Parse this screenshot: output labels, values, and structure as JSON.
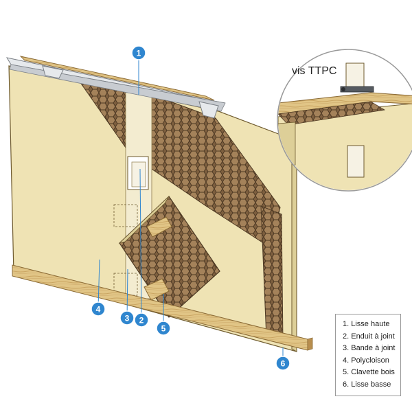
{
  "diagram": {
    "callouts": [
      {
        "number": "1"
      },
      {
        "number": "2"
      },
      {
        "number": "3"
      },
      {
        "number": "4"
      },
      {
        "number": "5"
      },
      {
        "number": "6"
      }
    ],
    "inset": {
      "title": "vis TTPC"
    },
    "legend": {
      "items": [
        "1. Lisse haute",
        "2. Enduit à joint",
        "3. Bande à joint",
        "4. Polycloison",
        "5. Clavette bois",
        "6. Lisse basse"
      ]
    }
  },
  "colors": {
    "panel": "#efe3b4",
    "panel_side": "#ddcf98",
    "honeycomb": "#7d5f3f",
    "honeycomb_dark": "#4d3923",
    "wood": "#e1c586",
    "wood_dark": "#b88e4e",
    "metal": "#e6e9ec",
    "callout": "#2f86cf",
    "outline": "#6e5a2e"
  }
}
